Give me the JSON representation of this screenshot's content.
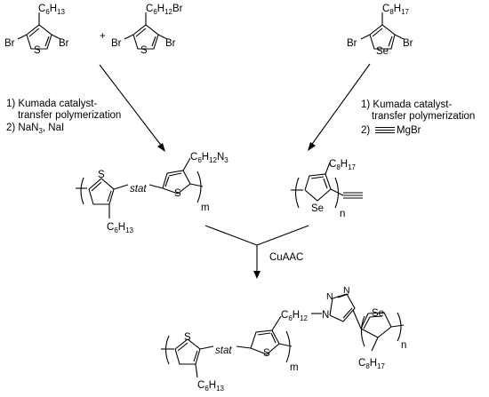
{
  "monomers": {
    "m1": {
      "sub": "C6H13",
      "atom": "S",
      "br_left": "Br",
      "br_right": "Br"
    },
    "m2": {
      "sub": "C6H12Br",
      "atom": "S",
      "br_left": "Br",
      "br_right": "Br"
    },
    "m3": {
      "sub": "C8H17",
      "atom": "Se",
      "br_left": "Br",
      "br_right": "Br"
    },
    "plus": "+"
  },
  "conditions_left": {
    "line1": "1) Kumada catalyst-",
    "line2": "transfer polymerization",
    "line3": "2) NaN3, NaI"
  },
  "conditions_right": {
    "line1": "1) Kumada catalyst-",
    "line2": "transfer polymerization",
    "line3_prefix": "2)",
    "line3_reagent": "MgBr"
  },
  "polymer_left": {
    "stat": "stat",
    "sub_top": "C6H12N3",
    "sub_bottom": "C6H13",
    "repeat": "m",
    "atom": "S"
  },
  "polymer_right": {
    "sub": "C8H17",
    "atom": "Se",
    "repeat": "n"
  },
  "coupling_reaction": "CuAAC",
  "product": {
    "stat": "stat",
    "linker": "C6H12",
    "triazole_n": "N",
    "sub_bottom_left": "C6H13",
    "sub_bottom_right": "C8H17",
    "repeat_m": "m",
    "repeat_n": "n",
    "atom_s": "S",
    "atom_se": "Se"
  }
}
